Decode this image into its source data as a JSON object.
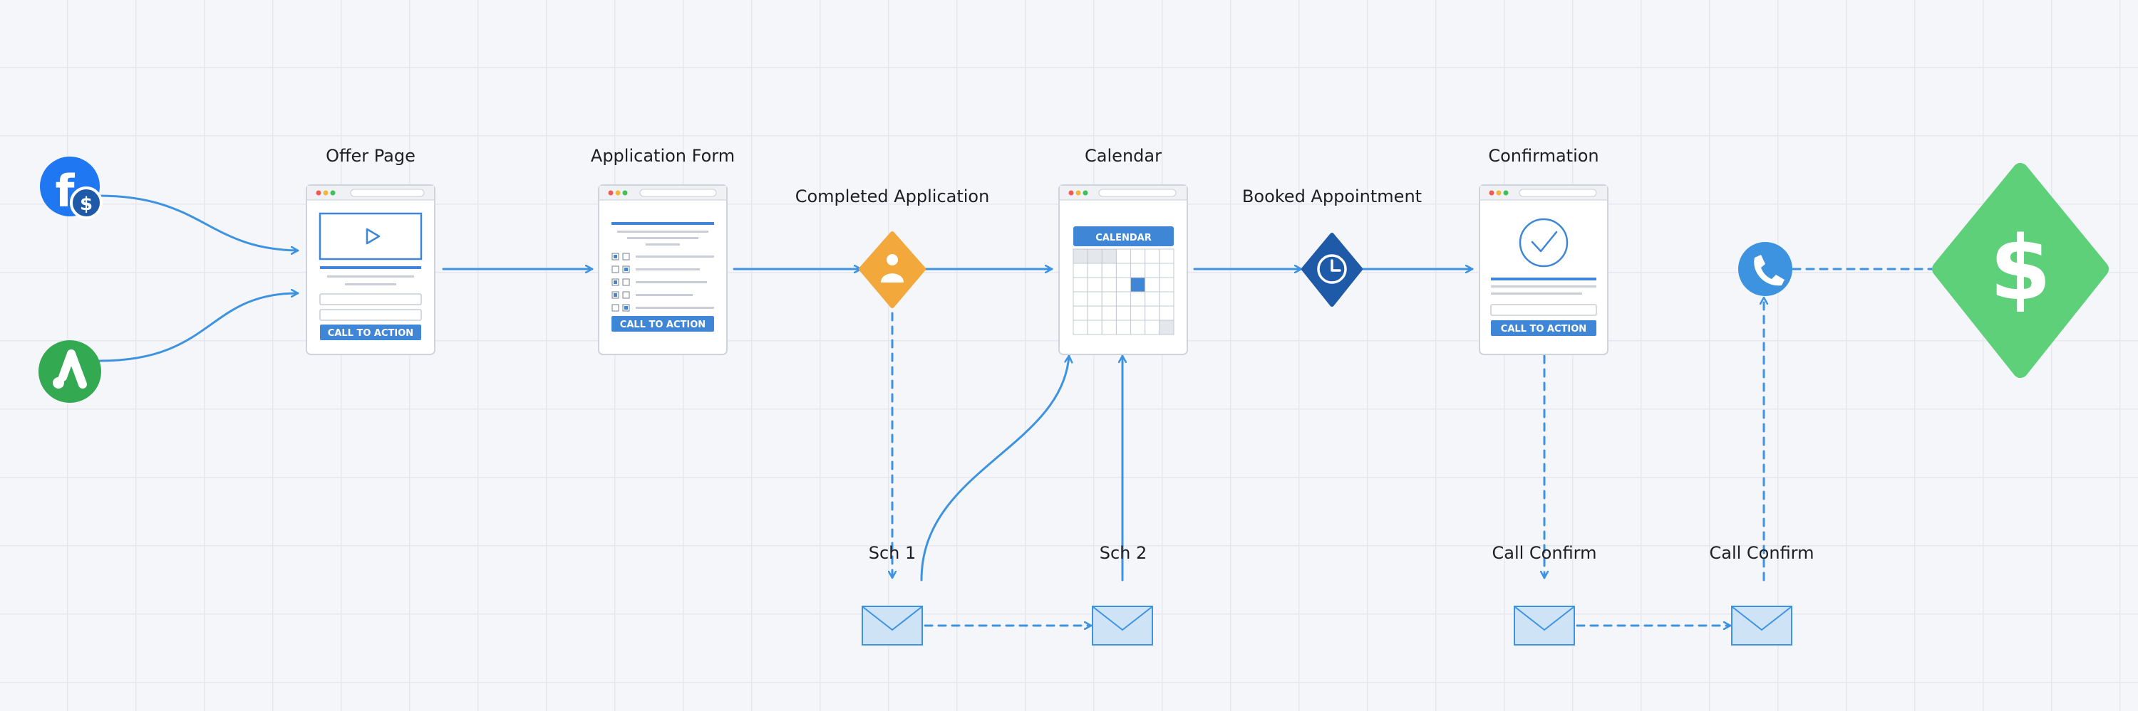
{
  "stages": {
    "offer_page": "Offer Page",
    "application_form": "Application Form",
    "completed_application": "Completed Application",
    "calendar": "Calendar",
    "booked_appointment": "Booked Appointment",
    "confirmation": "Confirmation"
  },
  "emails": {
    "sch1": "Sch 1",
    "sch2": "Sch 2",
    "call_confirm_1": "Call Confirm",
    "call_confirm_2": "Call Confirm"
  },
  "buttons": {
    "offer_cta": "CALL TO ACTION",
    "form_cta": "CALL TO ACTION",
    "confirm_cta": "CALL TO ACTION"
  },
  "calendar_header": "CALENDAR",
  "icons": {
    "facebook": "facebook-ads-icon",
    "google_ads": "google-ads-icon",
    "person": "person-icon",
    "clock": "clock-icon",
    "phone": "phone-icon",
    "dollar": "dollar-icon",
    "envelope": "envelope-icon"
  },
  "colors": {
    "connector": "#3d93e0",
    "facebook": "#1f77f2",
    "google_ads": "#33a952",
    "person_diamond": "#f3a83c",
    "clock_diamond": "#1f5aa8",
    "dollar_diamond": "#5fd07a",
    "cta": "#3f86d6"
  }
}
